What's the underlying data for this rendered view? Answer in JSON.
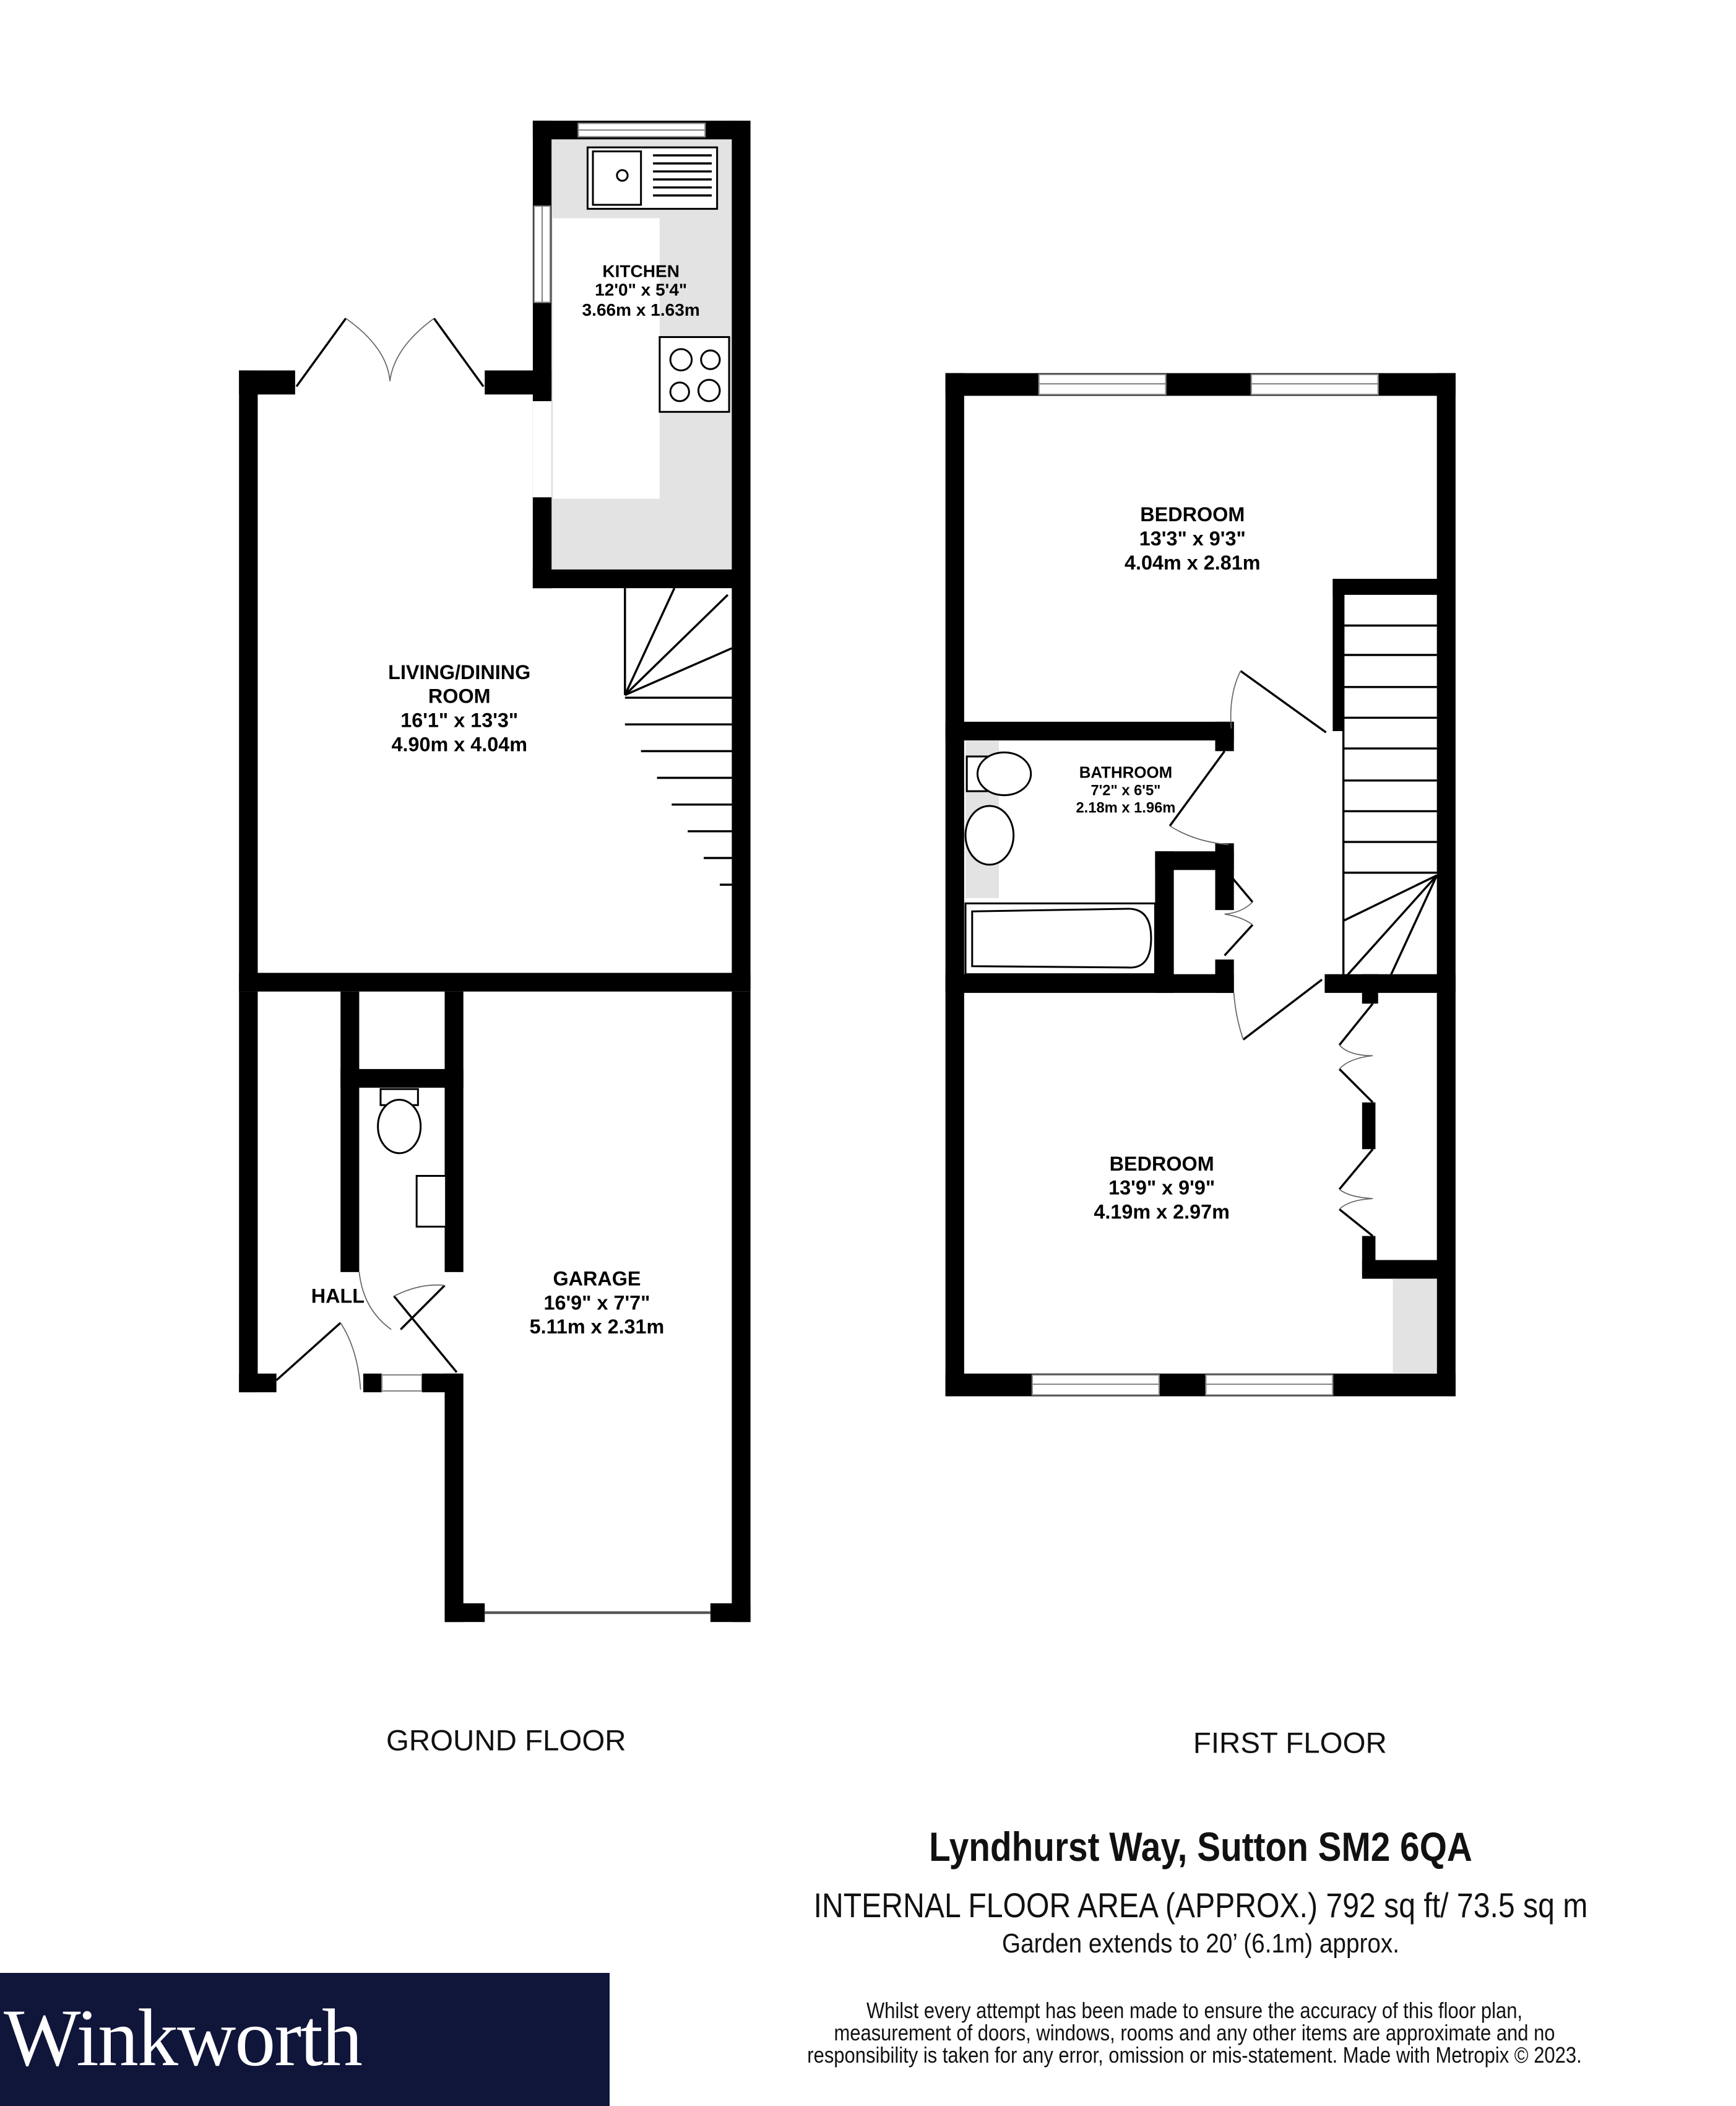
{
  "floors": {
    "ground": {
      "label": "GROUND FLOOR",
      "rooms": [
        {
          "name": "KITCHEN",
          "imperial": "12'0\"  x 5'4\"",
          "metric": "3.66m  x 1.63m"
        },
        {
          "name_line1": "LIVING/DINING",
          "name_line2": "ROOM",
          "imperial": "16'1\"  x 13'3\"",
          "metric": "4.90m  x 4.04m"
        },
        {
          "name": "HALL"
        },
        {
          "name": "GARAGE",
          "imperial": "16'9\"  x 7'7\"",
          "metric": "5.11m  x 2.31m"
        }
      ]
    },
    "first": {
      "label": "FIRST FLOOR",
      "rooms": [
        {
          "name": "BEDROOM",
          "imperial": "13'3\"  x 9'3\"",
          "metric": "4.04m  x 2.81m"
        },
        {
          "name": "BATHROOM",
          "imperial": "7'2\"  x 6'5\"",
          "metric": "2.18m  x 1.96m"
        },
        {
          "name": "BEDROOM",
          "imperial": "13'9\"  x 9'9\"",
          "metric": "4.19m  x 2.97m"
        }
      ]
    }
  },
  "property": {
    "address": "Lyndhurst Way, Sutton SM2 6QA",
    "internal_area": "INTERNAL FLOOR AREA (APPROX.) 792 sq ft/ 73.5 sq m",
    "garden": "Garden extends to 20’ (6.1m) approx.",
    "disclaimer_lines": [
      "Whilst every attempt has been made to ensure the accuracy of this floor plan,",
      "measurement of doors, windows, rooms and any other items are approximate and no",
      "responsibility is taken for any error, omission or mis-statement. Made with Metropix © 2023."
    ]
  },
  "brand": {
    "name": "Winkworth",
    "color": "#10153a"
  }
}
